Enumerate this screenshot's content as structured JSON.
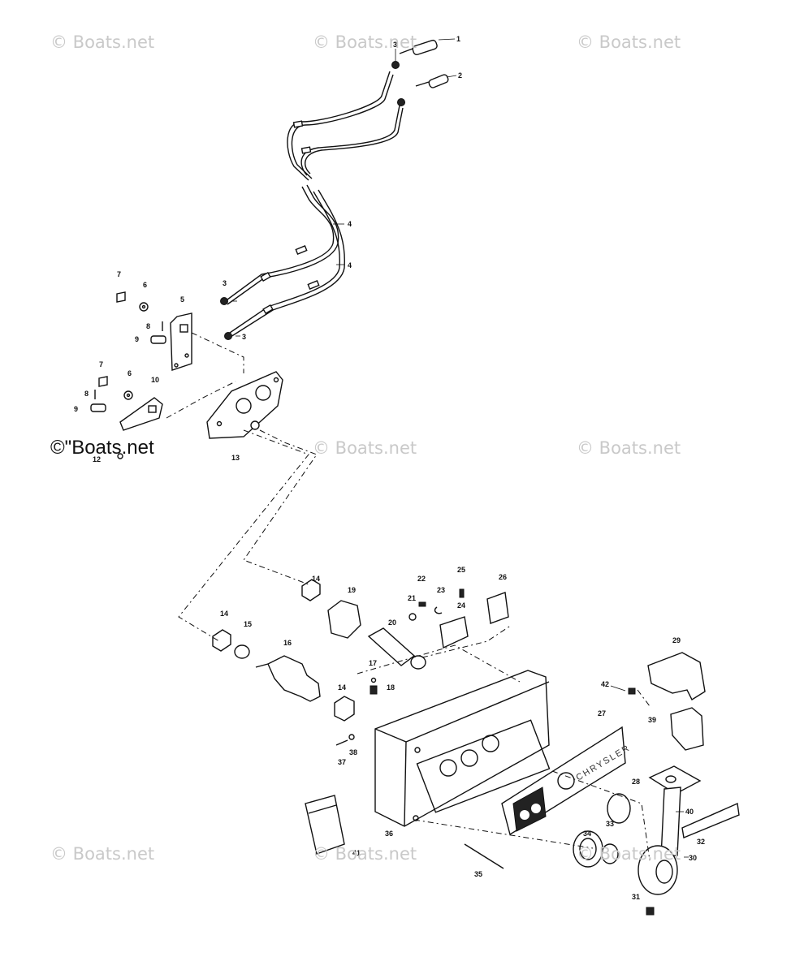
{
  "watermarks": [
    "© Boats.net",
    "© Boats.net",
    "© Boats.net",
    "© Boats.net",
    "© Boats.net",
    "© Boats.net",
    "© Boats.net",
    "© Boats.net"
  ],
  "watermark_dark": "©\"Boats.net",
  "brand_label": "CHRYSLER",
  "callouts": {
    "c1": "1",
    "c2": "2",
    "c3a": "3",
    "c3b": "3",
    "c3c": "3",
    "c4a": "4",
    "c4b": "4",
    "c5": "5",
    "c6a": "6",
    "c6b": "6",
    "c7a": "7",
    "c7b": "7",
    "c8a": "8",
    "c8b": "8",
    "c9a": "9",
    "c9b": "9",
    "c10": "10",
    "c12": "12",
    "c13": "13",
    "c14a": "14",
    "c14b": "14",
    "c14c": "14",
    "c15": "15",
    "c16": "16",
    "c17": "17",
    "c18": "18",
    "c19": "19",
    "c20": "20",
    "c21": "21",
    "c22": "22",
    "c23": "23",
    "c24": "24",
    "c25": "25",
    "c26": "26",
    "c27": "27",
    "c28": "28",
    "c29": "29",
    "c30": "30",
    "c31": "31",
    "c32": "32",
    "c33": "33",
    "c34": "34",
    "c35": "35",
    "c36": "36",
    "c37": "37",
    "c38": "38",
    "c39": "39",
    "c40": "40",
    "c41": "41",
    "c42": "42"
  }
}
